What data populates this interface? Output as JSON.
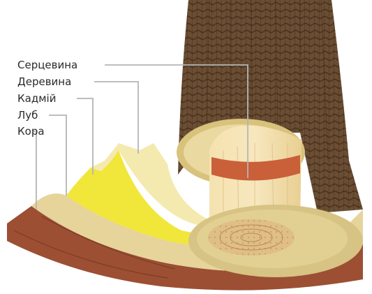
{
  "labels": {
    "heartwood": "Серцевина",
    "sapwood": "Деревина",
    "cambium": "Кадмій",
    "phloem": "Луб",
    "bark": "Кора"
  },
  "colors": {
    "bark_outer": "#7a5a3c",
    "bark_red": "#a8553a",
    "phloem": "#e8d9a0",
    "cambium": "#f2ea3a",
    "sapwood": "#efe2a6",
    "heartwood_band": "#c9603a",
    "leader": "#b5b5b5"
  }
}
